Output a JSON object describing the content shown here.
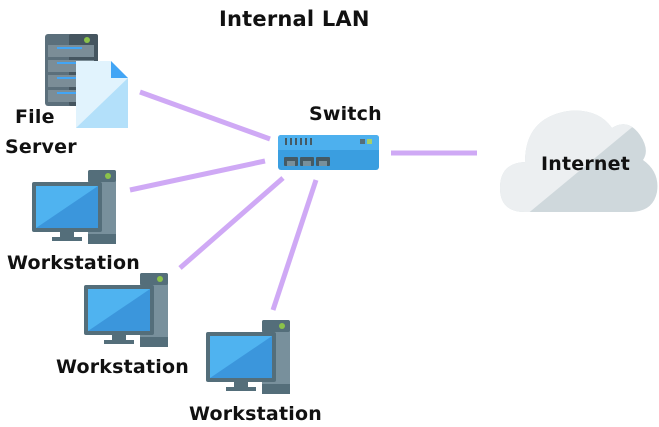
{
  "title": "Internal LAN",
  "nodes": {
    "file_server": {
      "label_line1": "File",
      "label_line2": "Server",
      "icon": "file-server-icon"
    },
    "switch": {
      "label": "Switch",
      "icon": "network-switch-icon"
    },
    "internet": {
      "label": "Internet",
      "icon": "cloud-icon"
    },
    "workstations": [
      {
        "label": "Workstation",
        "icon": "desktop-computer-icon"
      },
      {
        "label": "Workstation",
        "icon": "desktop-computer-icon"
      },
      {
        "label": "Workstation",
        "icon": "desktop-computer-icon"
      }
    ]
  },
  "connections": [
    {
      "from": "file_server",
      "to": "switch"
    },
    {
      "from": "workstation-1",
      "to": "switch"
    },
    {
      "from": "workstation-2",
      "to": "switch"
    },
    {
      "from": "workstation-3",
      "to": "switch"
    },
    {
      "from": "switch",
      "to": "internet"
    }
  ],
  "colors": {
    "link": "#cfa9f5",
    "switch_body": "#4db0ee",
    "switch_lower": "#3a9ee0",
    "monitor_screen": "#42a5ec",
    "monitor_frame": "#546e7a",
    "tower": "#78909c",
    "tower_dark": "#455a64",
    "power_led": "#8bc34a",
    "cloud_light": "#eceff1",
    "cloud_dark": "#cfd8dc",
    "document": "#b3e0fa",
    "document_light": "#e1f3fd",
    "document_fold": "#42a5f5"
  }
}
